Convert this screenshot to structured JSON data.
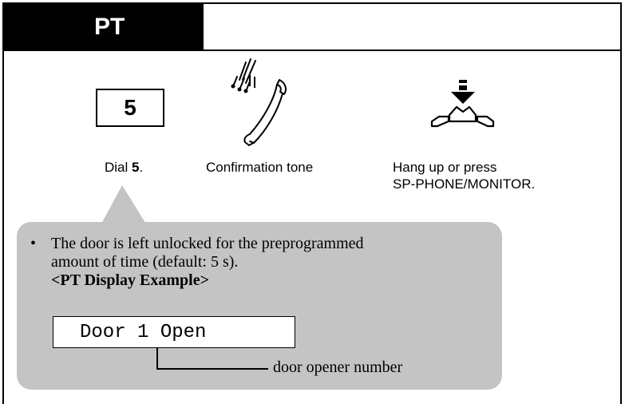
{
  "tab": {
    "label": "PT"
  },
  "steps": [
    {
      "key": "5",
      "caption_prefix": "Dial ",
      "caption_bold": "5",
      "caption_suffix": "."
    },
    {
      "caption": "Confirmation tone"
    },
    {
      "caption_line1": "Hang up or press",
      "caption_line2": "SP-PHONE/MONITOR."
    }
  ],
  "note": {
    "bullet": "•",
    "line1": "The door is left unlocked for the preprogrammed",
    "line2": "amount of time (default: 5 s).",
    "heading": "<PT Display Example>"
  },
  "display": {
    "text": "Door 1 Open"
  },
  "lead": {
    "label": "door opener number"
  }
}
